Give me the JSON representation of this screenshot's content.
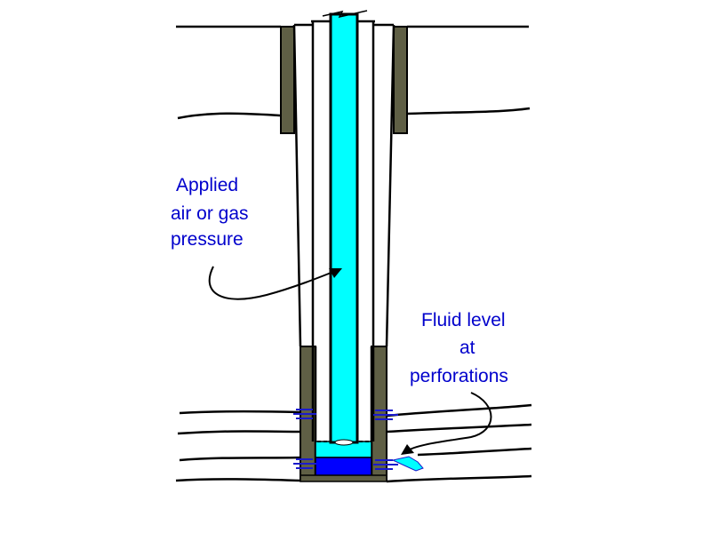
{
  "labels": {
    "applied_line1": "Applied",
    "applied_line2": "air or gas",
    "applied_line3": "pressure",
    "fluid_line1": "Fluid level",
    "fluid_line2": "at",
    "fluid_line3": "perforations"
  },
  "colors": {
    "text": "#0000cc",
    "cement": "#5f5f45",
    "tubing_gas": "#00ffff",
    "fluid": "#0000ff",
    "perforation_marks": "#1a1acc"
  }
}
